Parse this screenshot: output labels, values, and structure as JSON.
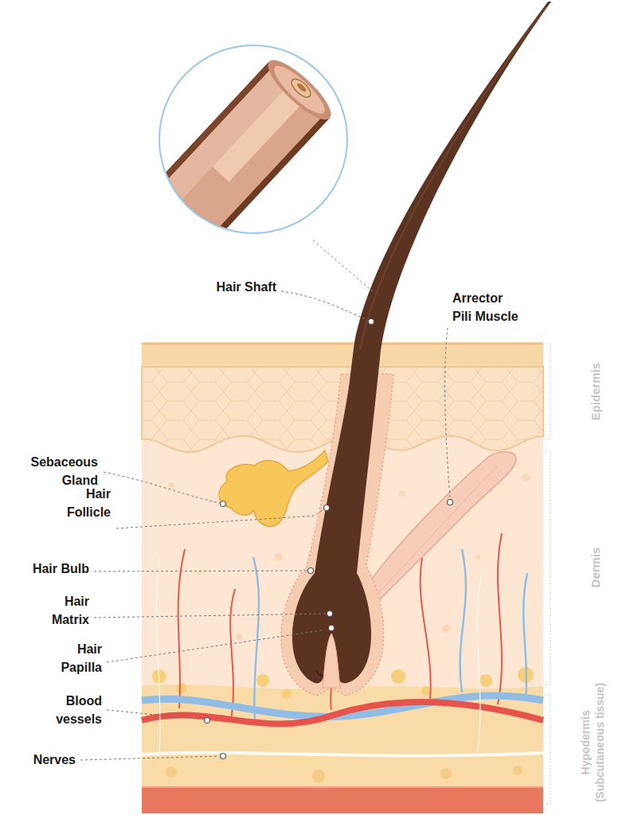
{
  "diagram": {
    "labels": [
      "Hair Shaft",
      "Arrector Pili Muscle",
      "Sebaceous Gland",
      "Hair Follicle",
      "Hair Bulb",
      "Hair Matrix",
      "Hair Papilla",
      "Blood vessels",
      "Nerves",
      "Epidermis",
      "Dermis",
      "Hypodermis (Subcutaneous tissue)"
    ]
  }
}
